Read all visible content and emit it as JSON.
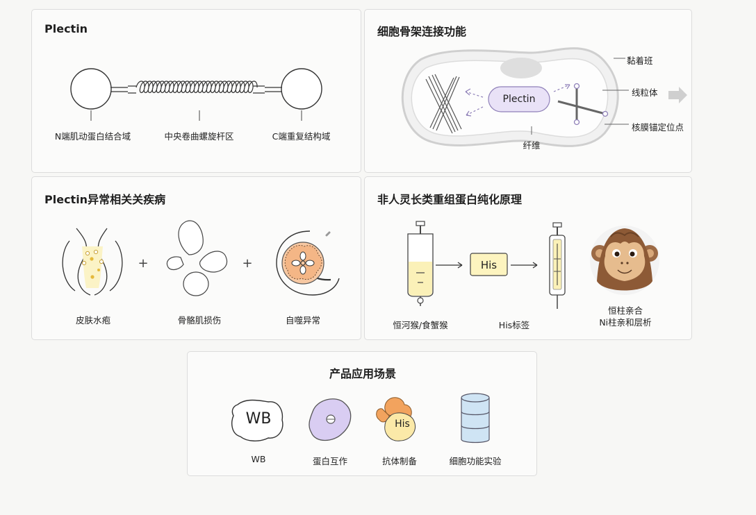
{
  "panels": {
    "structure": {
      "title": "Plectin",
      "labels": [
        "N端肌动蛋白结合域",
        "中央卷曲螺旋杆区",
        "C端重复结构域"
      ]
    },
    "cytoskeleton": {
      "title": "细胞骨架连接功能",
      "center_label": "Plectin",
      "labels": {
        "desmosome": "黏着班",
        "mitochondria": "线粒体",
        "nuclear": "核膜锚定位点",
        "fiber": "纤维"
      }
    },
    "diseases": {
      "title": "Plectin异常相关关疾病",
      "plus": "+",
      "items": [
        "皮肤水疱",
        "骨骼肌损伤",
        "自噬异常"
      ]
    },
    "purification": {
      "title": "非人灵长类重组蛋白纯化原理",
      "his_box": "His",
      "labels": {
        "source": "恒河猴/食蟹猴",
        "tag": "His标签",
        "result_line1": "恒柱亲合",
        "result_line2": "Ni柱亲和层析"
      }
    },
    "applications": {
      "title": "产品应用场景",
      "wb_text": "WB",
      "his_text": "His",
      "items": [
        "WB",
        "蛋白互作",
        "抗体制备",
        "细胞功能实验"
      ]
    }
  }
}
